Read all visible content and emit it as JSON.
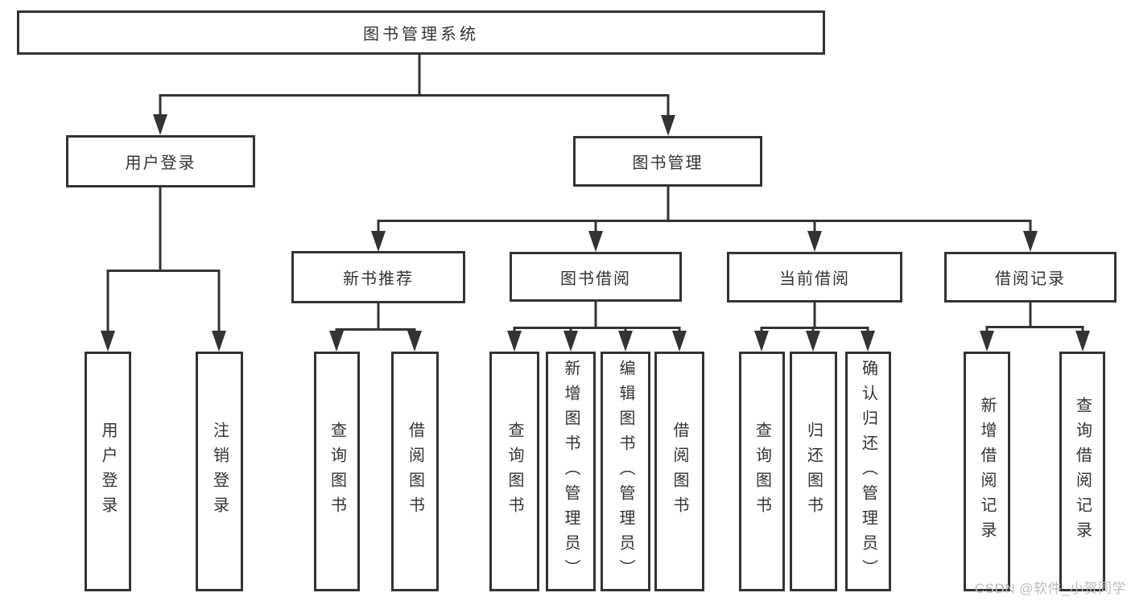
{
  "diagram": {
    "root": "图书管理系统",
    "level2": [
      "用户登录",
      "图书管理"
    ],
    "level3": [
      "新书推荐",
      "图书借阅",
      "当前借阅",
      "借阅记录"
    ],
    "leaves": {
      "login": [
        "用户登录",
        "注销登录"
      ],
      "recommend": [
        "查询图书",
        "借阅图书"
      ],
      "borrow": [
        "查询图书",
        "新增图书（管理员）",
        "编辑图书（管理员）",
        "借阅图书"
      ],
      "current": [
        "查询图书",
        "归还图书",
        "确认归还（管理员）"
      ],
      "records": [
        "新增借阅记录",
        "查询借阅记录"
      ]
    }
  },
  "watermark": "CSDN @软件_小贺同学",
  "colors": {
    "line": "#333333",
    "text": "#333333",
    "box_fill": "#ffffff",
    "watermark": "#bdbdbd"
  }
}
